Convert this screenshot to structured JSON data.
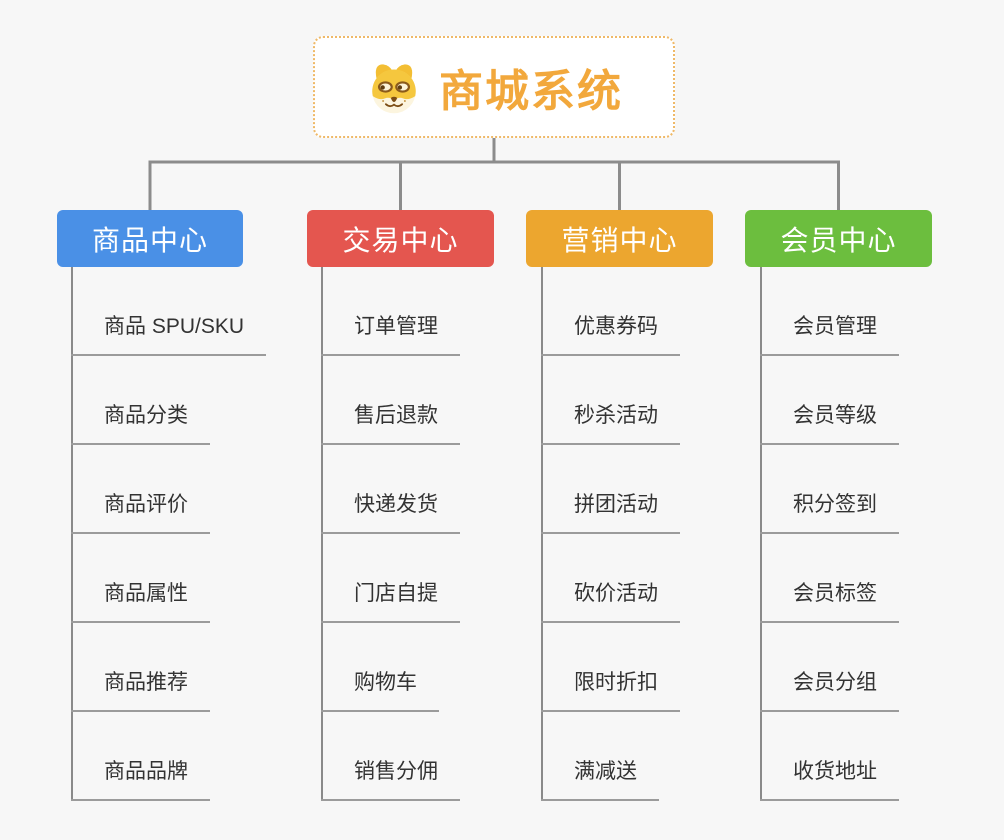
{
  "canvas": {
    "background": "#f7f7f7",
    "connector_color": "#8c8c8c",
    "underline_color": "#9b9b9b"
  },
  "root": {
    "label": "商城系统",
    "icon": "dog-face-icon",
    "text_color": "#f2a83c",
    "border_color": "#efb968",
    "background": "#ffffff"
  },
  "branches": [
    {
      "label": "商品中心",
      "color": "#4a90e6",
      "items": [
        "商品 SPU/SKU",
        "商品分类",
        "商品评价",
        "商品属性",
        "商品推荐",
        "商品品牌"
      ]
    },
    {
      "label": "交易中心",
      "color": "#e4564f",
      "items": [
        "订单管理",
        "售后退款",
        "快递发货",
        "门店自提",
        "购物车",
        "销售分佣"
      ]
    },
    {
      "label": "营销中心",
      "color": "#eca62f",
      "items": [
        "优惠券码",
        "秒杀活动",
        "拼团活动",
        "砍价活动",
        "限时折扣",
        "满减送"
      ]
    },
    {
      "label": "会员中心",
      "color": "#6cbe3e",
      "items": [
        "会员管理",
        "会员等级",
        "积分签到",
        "会员标签",
        "会员分组",
        "收货地址"
      ]
    }
  ]
}
